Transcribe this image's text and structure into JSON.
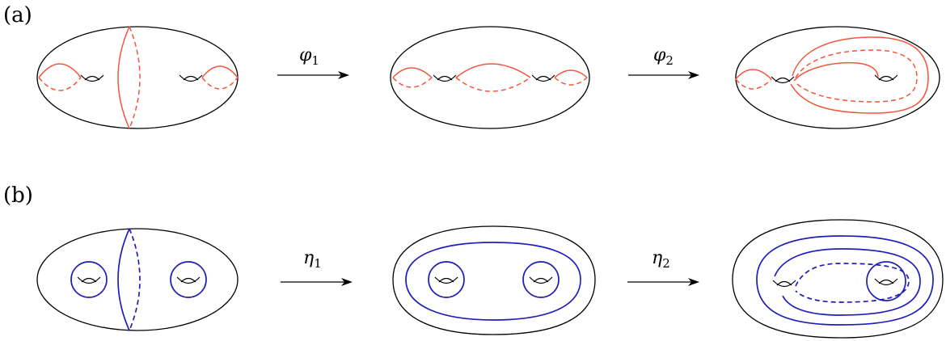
{
  "panels": {
    "a": {
      "label": "(a)",
      "maps": [
        {
          "symbol": "φ",
          "subscript": "1"
        },
        {
          "symbol": "φ",
          "subscript": "2"
        }
      ],
      "curve_color": "#f2553c"
    },
    "b": {
      "label": "(b)",
      "maps": [
        {
          "symbol": "η",
          "subscript": "1"
        },
        {
          "symbol": "η",
          "subscript": "2"
        }
      ],
      "curve_color": "#1f1fb8"
    }
  }
}
